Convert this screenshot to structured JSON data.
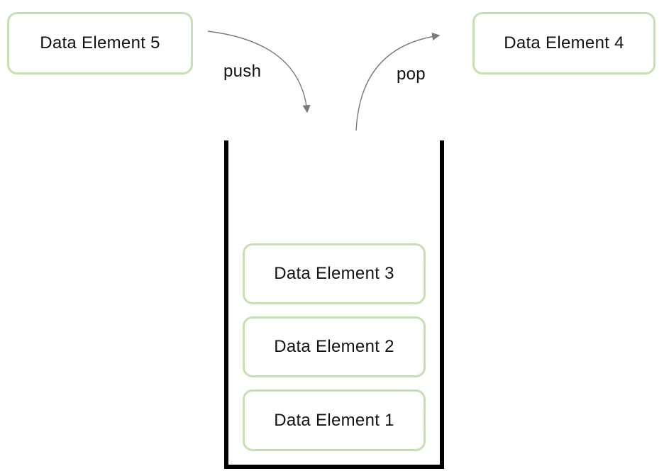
{
  "diagram": {
    "incoming_element_label": "Data Element 5",
    "outgoing_element_label": "Data Element 4",
    "push_label": "push",
    "pop_label": "pop",
    "stack_items": [
      {
        "label": "Data Element 3"
      },
      {
        "label": "Data Element 2"
      },
      {
        "label": "Data Element 1"
      }
    ],
    "colors": {
      "box_border": "#c6e0b4",
      "box_background": "#ffffff",
      "stack_outline": "#000000",
      "arrow": "#7a7a7a",
      "text": "#111111",
      "background": "#ffffff"
    }
  }
}
